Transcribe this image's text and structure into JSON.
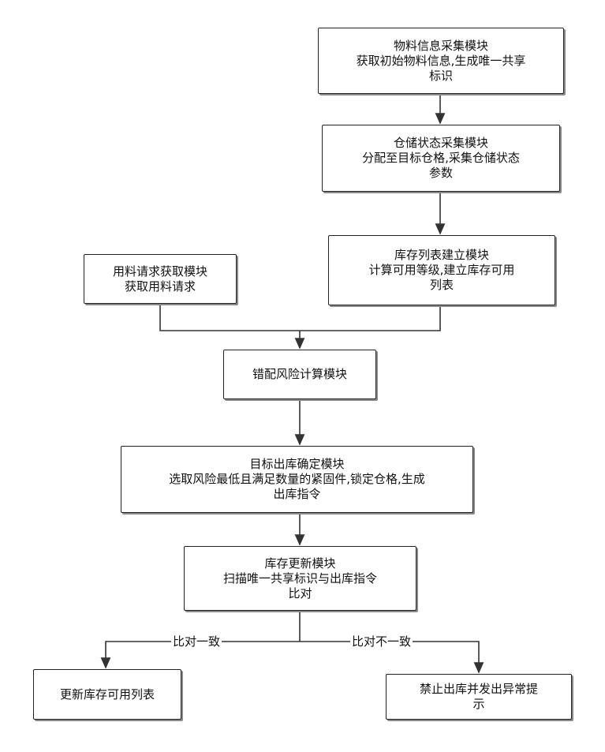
{
  "nodes": {
    "collect": {
      "title": "物料信息采集模块",
      "desc": "获取初始物料信息,生成唯一共享",
      "desc2": "标识"
    },
    "storage": {
      "title": "仓储状态采集模块",
      "desc": "分配至目标仓格,采集仓储状态",
      "desc2": "参数"
    },
    "inventory": {
      "title": "库存列表建立模块",
      "desc": "计算可用等级,建立库存可用",
      "desc2": "列表"
    },
    "request": {
      "title": "用料请求获取模块",
      "desc": "获取用料请求"
    },
    "risk": {
      "title": "错配风险计算模块"
    },
    "target": {
      "title": "目标出库确定模块",
      "desc": "选取风险最低且满足数量的紧固件,锁定仓格,生成",
      "desc2": "出库指令"
    },
    "update": {
      "title": "库存更新模块",
      "desc": "扫描唯一共享标识与出库指令",
      "desc2": "比对"
    },
    "update_list": {
      "title": "更新库存可用列表"
    },
    "forbid": {
      "title": "禁止出库并发出异常提",
      "title2": "示"
    }
  },
  "edges": {
    "match": "比对一致",
    "mismatch": "比对不一致"
  }
}
